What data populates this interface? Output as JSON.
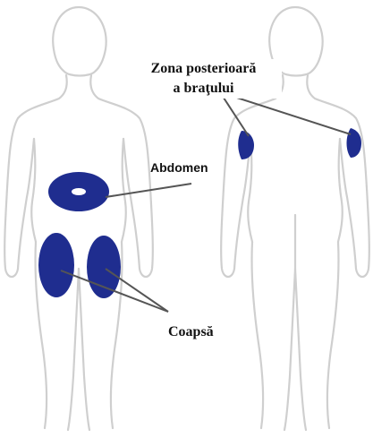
{
  "labels": {
    "upper_arm_line1": "Zona posterioară",
    "upper_arm_line2": "a braţului",
    "abdomen": "Abdomen",
    "thigh": "Coapsă"
  },
  "colors": {
    "injection_site": "#1f2d8f",
    "outline": "#cfcfcf",
    "leader_line": "#555555"
  }
}
